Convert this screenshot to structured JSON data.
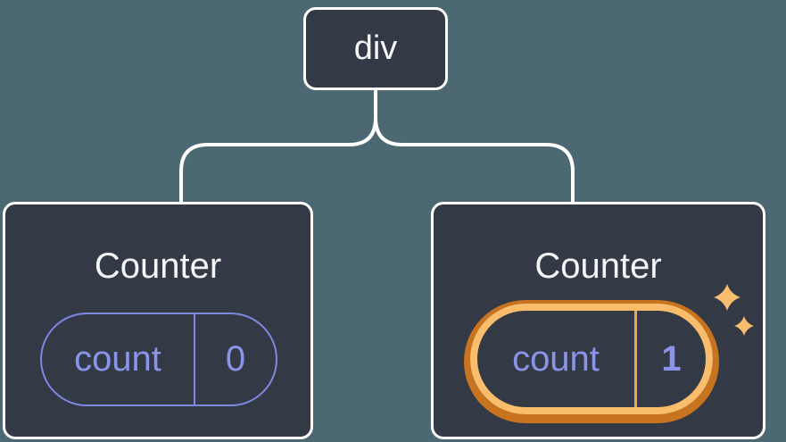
{
  "page": {
    "background_color": "#4c6872"
  },
  "tree": {
    "root": {
      "label": "div"
    },
    "children": [
      {
        "title": "Counter",
        "state_key": "count",
        "state_value": "0",
        "highlighted": false
      },
      {
        "title": "Counter",
        "state_key": "count",
        "state_value": "1",
        "highlighted": true
      }
    ]
  },
  "colors": {
    "node_fill": "#333a45",
    "node_border": "#ffffff",
    "connector_line": "#ffffff",
    "state_outline_purple": "#7d88e0",
    "state_text_purple": "#8a94e8",
    "highlight_ring_outer": "#c8731f",
    "highlight_ring_inner": "#f9bd6b",
    "highlight_divider": "#eda94f",
    "sparkle": "#f8bd6e",
    "title_text": "#f3f5f8"
  },
  "icons": {
    "sparkles": "sparkles-icon"
  }
}
